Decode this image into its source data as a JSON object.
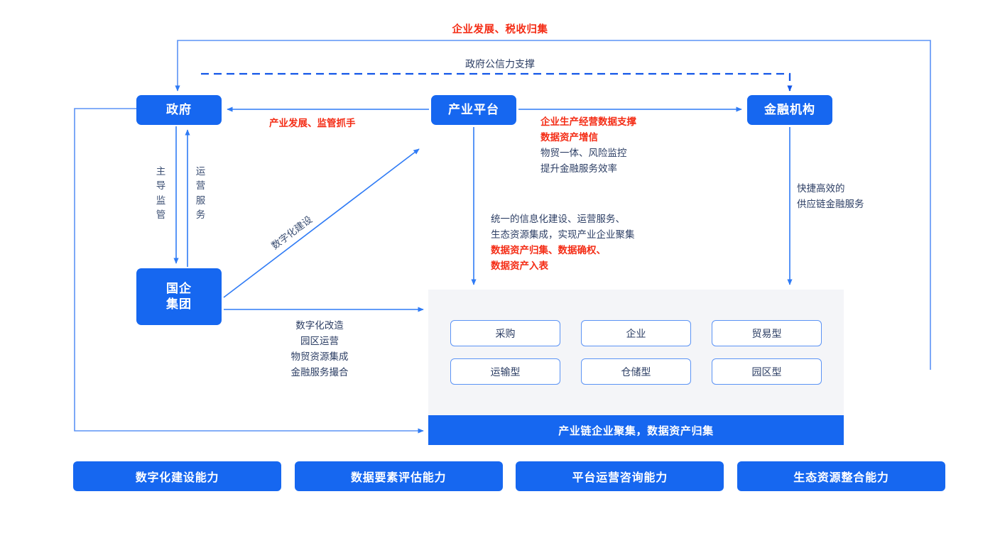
{
  "diagram": {
    "title_top": "企业发展、税收归集",
    "dashed_label": "政府公信力支撑",
    "colors": {
      "brand_blue": "#1667f0",
      "line_blue": "#2f7bf5",
      "accent_red": "#f42c15",
      "text_navy": "#2c3e64",
      "panel_gray": "#f4f5f8"
    },
    "nodes": {
      "government": "政府",
      "platform": "产业平台",
      "financial": "金融机构",
      "soe_line1": "国企",
      "soe_line2": "集团"
    },
    "edge_labels": {
      "platform_to_gov": "产业发展、监管抓手",
      "gov_to_soe": "主导监管",
      "soe_to_gov": "运营服务",
      "soe_to_platform": "数字化建设",
      "fin_down": [
        "快捷高效的",
        "供应链金融服务"
      ],
      "soe_right": [
        "数字化改造",
        "园区运营",
        "物贸资源集成",
        "金融服务撮合"
      ]
    },
    "platform_to_fin_text": [
      {
        "text": "企业生产经营数据支撑",
        "red": true
      },
      {
        "text": "数据资产增信",
        "red": true
      },
      {
        "text": "物贸一体、风险监控",
        "red": false
      },
      {
        "text": "提升金融服务效率",
        "red": false
      }
    ],
    "platform_down_text": [
      {
        "text": "统一的信息化建设、运营服务、",
        "red": false
      },
      {
        "text": "生态资源集成，实现产业企业聚集",
        "red": false
      },
      {
        "text": "数据资产归集、数据确权、",
        "red": true
      },
      {
        "text": "数据资产入表",
        "red": true
      }
    ],
    "panel": {
      "chips_row1": [
        "采购",
        "企业",
        "贸易型"
      ],
      "chips_row2": [
        "运输型",
        "仓储型",
        "园区型"
      ],
      "footer_bar": "产业链企业聚集，数据资产归集"
    },
    "capabilities": [
      "数字化建设能力",
      "数据要素评估能力",
      "平台运营咨询能力",
      "生态资源整合能力"
    ]
  }
}
